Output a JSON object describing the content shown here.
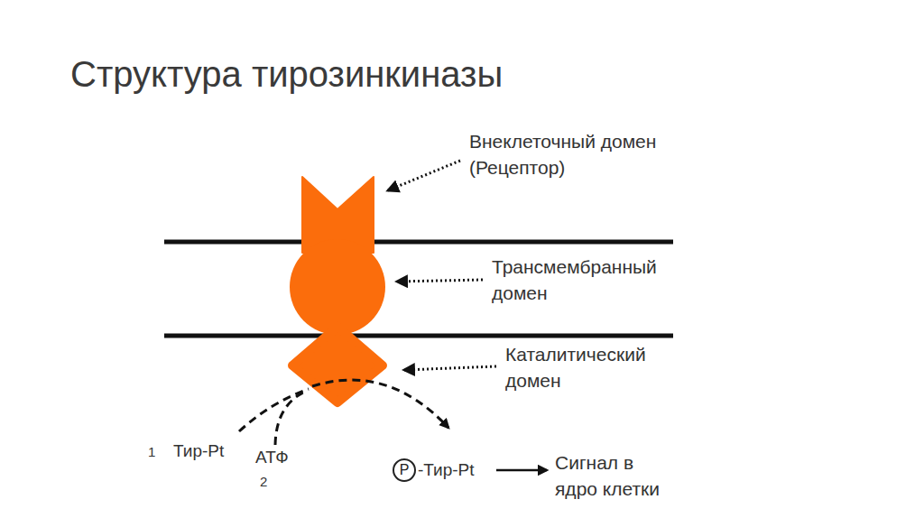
{
  "diagram": {
    "title": "Структура тирозинкиназы",
    "nodes": [
      {
        "text": [
          "P"
        ]
      }
    ],
    "labels": [
      "Внеклеточный домен (Рецептор)",
      "Трансмембранный домен",
      "Каталитический домен",
      "1",
      "Тир-Pt",
      "АТФ",
      "2",
      "-Тир-Pt",
      "Сигнал в ядро клетки"
    ]
  }
}
